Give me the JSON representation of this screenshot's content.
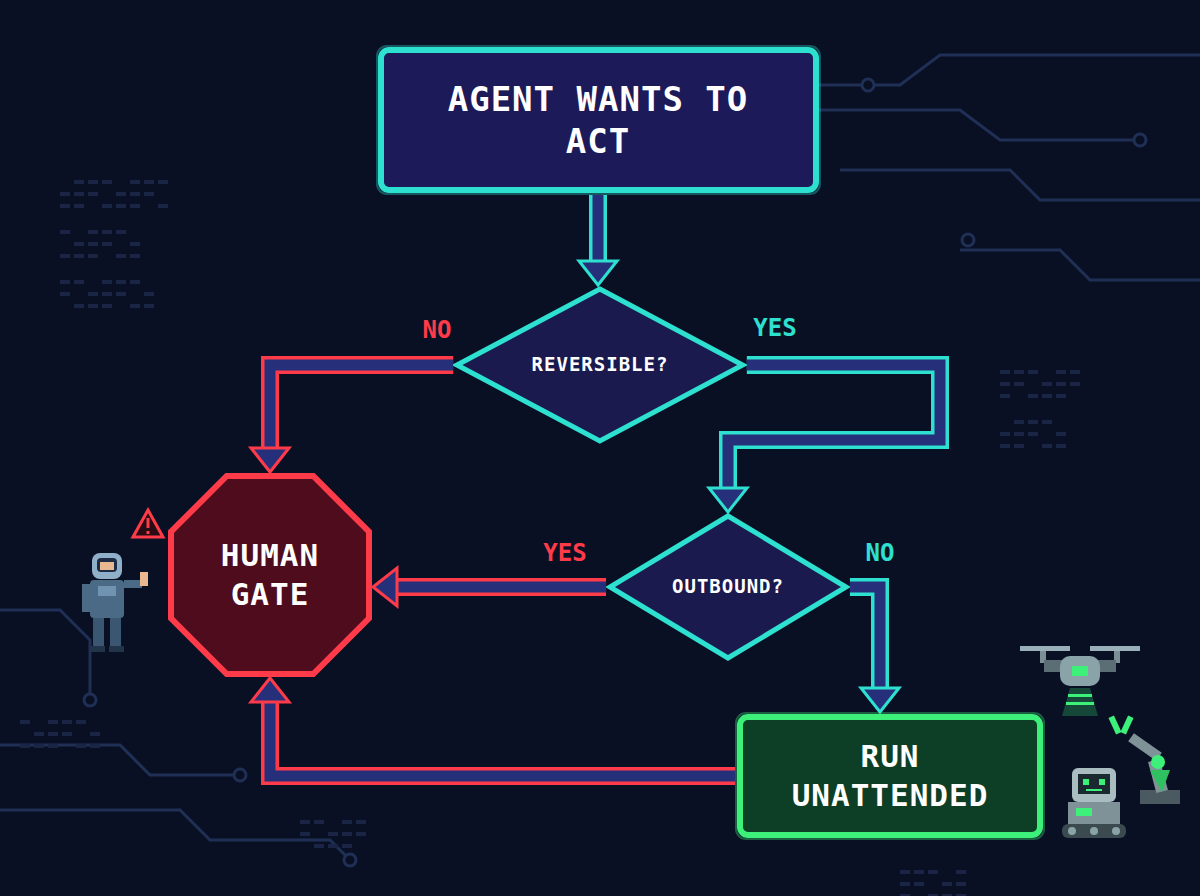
{
  "diagram": {
    "nodes": [
      {
        "text": [
          "AGENT WANTS TO ACT"
        ]
      },
      {
        "text": [
          "REVERSIBLE?"
        ]
      },
      {
        "text": [
          "HUMAN GATE"
        ]
      },
      {
        "text": [
          "OUTBOUND?"
        ]
      },
      {
        "text": [
          "RUN UNATTENDED"
        ]
      }
    ],
    "edges": [
      {
        "from": 0,
        "to": 1,
        "arrow": "to"
      },
      {
        "from": 1,
        "to": 2,
        "label": "NO",
        "arrow": "to"
      },
      {
        "from": 1,
        "to": 3,
        "label": "YES",
        "arrow": "to"
      },
      {
        "from": 3,
        "to": 2,
        "label": "YES",
        "arrow": "to"
      },
      {
        "from": 3,
        "to": 4,
        "label": "NO",
        "arrow": "to"
      },
      {
        "from": 4,
        "to": 2,
        "arrow": "to"
      }
    ]
  }
}
